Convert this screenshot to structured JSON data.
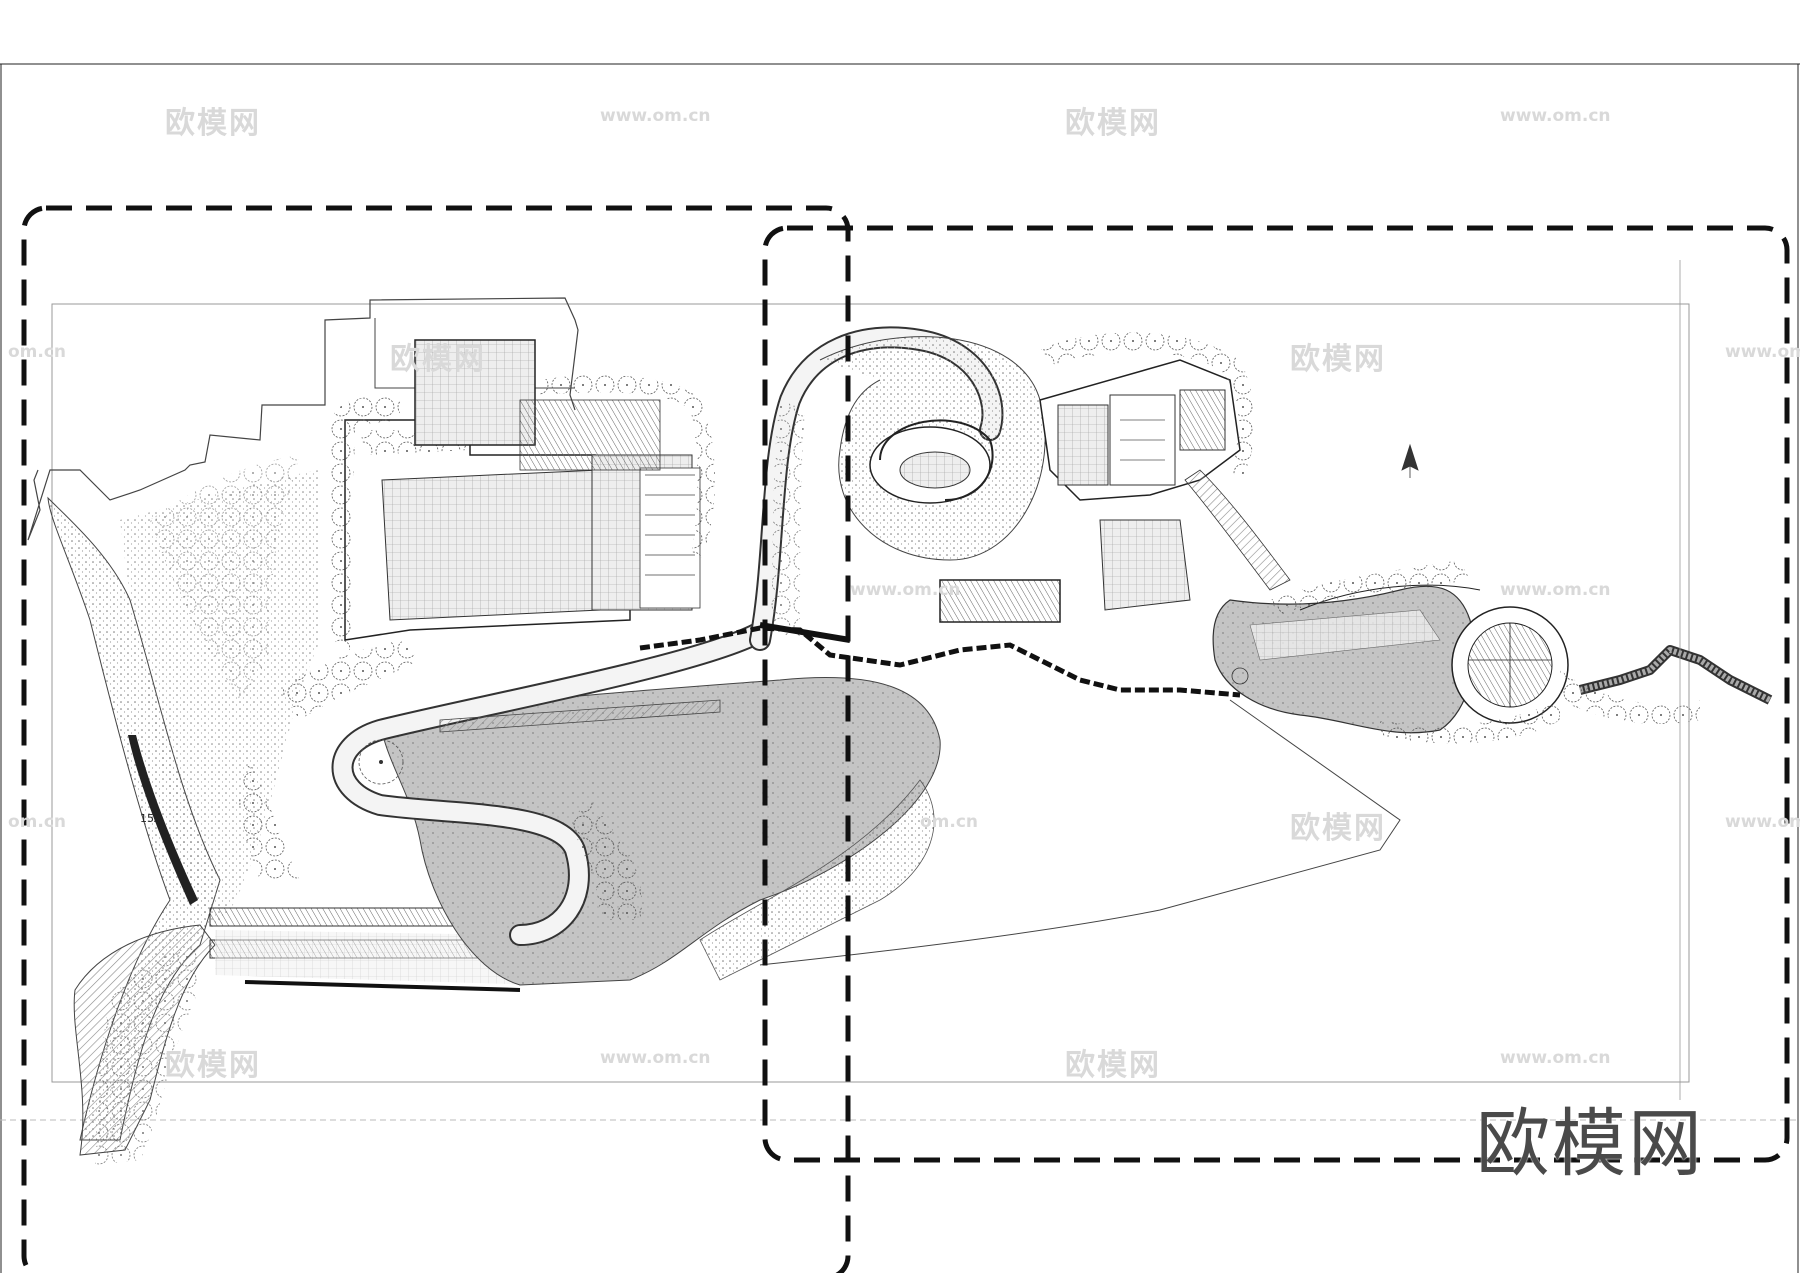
{
  "watermark": {
    "brand": "欧模网",
    "url": "www.om.cn",
    "url_partial": "om.cn"
  },
  "labels": {
    "area_mark": "15A"
  },
  "colors": {
    "line": "#222222",
    "hatch": "#8a8a8a",
    "paving": "#b8b8b8",
    "watermark": "#d9d9d9"
  }
}
